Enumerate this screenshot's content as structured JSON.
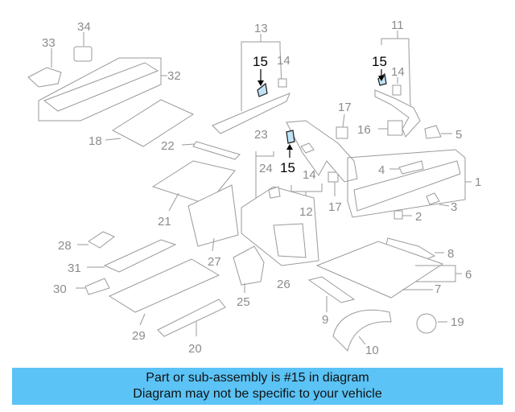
{
  "diagram": {
    "labels": [
      "34",
      "33",
      "32",
      "13",
      "14",
      "11",
      "14",
      "17",
      "16",
      "5",
      "18",
      "22",
      "23",
      "24",
      "14",
      "12",
      "17",
      "4",
      "1",
      "3",
      "2",
      "21",
      "27",
      "26",
      "28",
      "31",
      "30",
      "25",
      "8",
      "6",
      "7",
      "9",
      "29",
      "20",
      "10",
      "19"
    ],
    "highlight_labels": [
      "15",
      "15",
      "15"
    ]
  },
  "banner": {
    "line1": "Part or sub-assembly is #15 in diagram",
    "line2": "Diagram may not be specific to your vehicle"
  },
  "colors": {
    "banner": "#5bc3f5",
    "line_art": "#9a9a9a",
    "highlight_label": "#000000"
  }
}
